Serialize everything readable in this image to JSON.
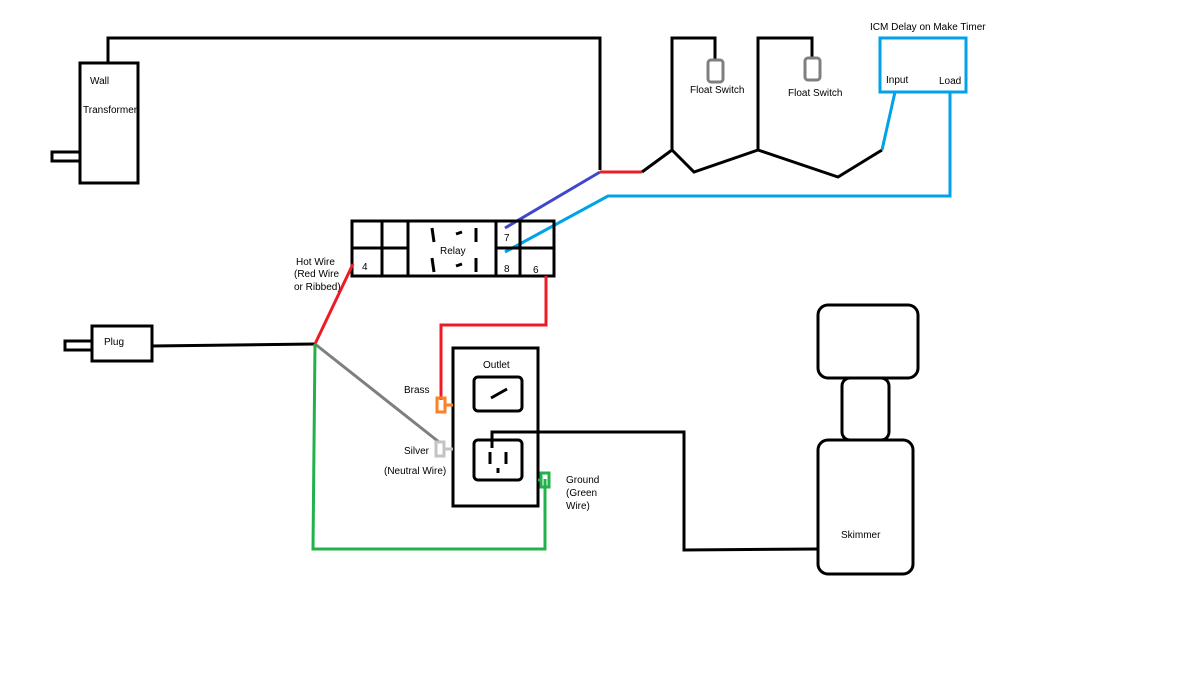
{
  "labels": {
    "wall": "Wall",
    "transformer": "Transformer",
    "float_switch_1": "Float Switch",
    "float_switch_2": "Float Switch",
    "timer_title": "ICM Delay on Make Timer",
    "timer_input": "Input",
    "timer_load": "Load",
    "relay": "Relay",
    "pin_4": "4",
    "pin_6": "6",
    "pin_7": "7",
    "pin_8": "8",
    "hot_wire_1": "Hot Wire",
    "hot_wire_2": "(Red Wire",
    "hot_wire_3": "or Ribbed)",
    "plug": "Plug",
    "outlet": "Outlet",
    "brass": "Brass",
    "silver": "Silver",
    "neutral": "(Neutral Wire)",
    "ground_1": "Ground",
    "ground_2": "(Green",
    "ground_3": "Wire)",
    "skimmer": "Skimmer"
  },
  "colors": {
    "black": "#000000",
    "red": "#ed1c24",
    "green": "#22b14c",
    "gray": "#7f7f7f",
    "light_gray": "#c3c3c3",
    "blue": "#00a2e8",
    "purple": "#3f48cc",
    "orange": "#ff7f27"
  }
}
